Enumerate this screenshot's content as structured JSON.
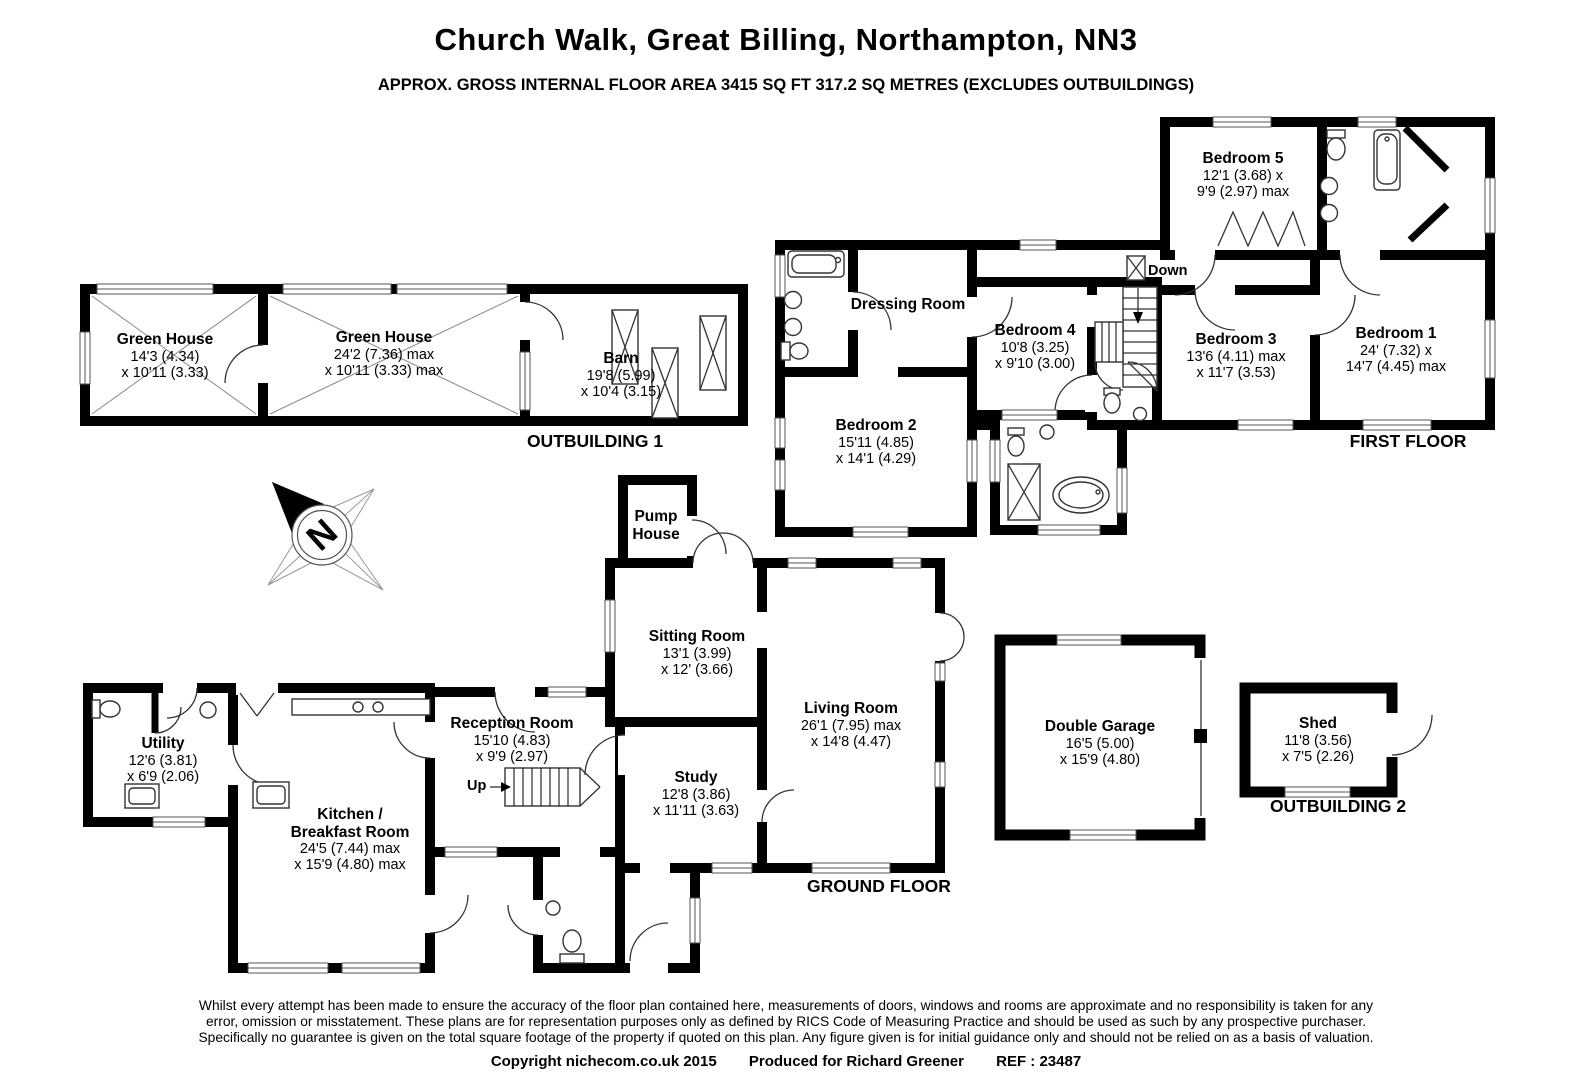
{
  "header": {
    "title": "Church Walk, Great Billing, Northampton, NN3",
    "subtitle": "APPROX. GROSS INTERNAL FLOOR AREA 3415 SQ FT 317.2 SQ METRES (EXCLUDES OUTBUILDINGS)"
  },
  "sections": {
    "outbuilding1": "OUTBUILDING 1",
    "first_floor": "FIRST FLOOR",
    "ground_floor": "GROUND FLOOR",
    "outbuilding2": "OUTBUILDING 2"
  },
  "compass": {
    "north_label": "N"
  },
  "stairs": {
    "up_label": "Up",
    "down_label": "Down"
  },
  "rooms": {
    "gh1": {
      "name": "Green House",
      "dims": [
        "14'3 (4.34)",
        "x 10'11 (3.33)"
      ]
    },
    "gh2": {
      "name": "Green House",
      "dims": [
        "24'2 (7.36) max",
        "x 10'11 (3.33) max"
      ]
    },
    "barn": {
      "name": "Barn",
      "dims": [
        "19'8 (5.99)",
        "x 10'4 (3.15)"
      ]
    },
    "bedroom5": {
      "name": "Bedroom 5",
      "dims": [
        "12'1 (3.68) x",
        "9'9 (2.97) max"
      ]
    },
    "dressing": {
      "name": "Dressing Room",
      "dims": []
    },
    "bedroom4": {
      "name": "Bedroom 4",
      "dims": [
        "10'8 (3.25)",
        "x 9'10 (3.00)"
      ]
    },
    "bedroom3": {
      "name": "Bedroom 3",
      "dims": [
        "13'6 (4.11) max",
        "x 11'7 (3.53)"
      ]
    },
    "bedroom1": {
      "name": "Bedroom 1",
      "dims": [
        "24' (7.32) x",
        "14'7 (4.45) max"
      ]
    },
    "bedroom2": {
      "name": "Bedroom 2",
      "dims": [
        "15'11 (4.85)",
        "x 14'1 (4.29)"
      ]
    },
    "pump": {
      "name": "Pump\nHouse",
      "dims": []
    },
    "sitting": {
      "name": "Sitting Room",
      "dims": [
        "13'1 (3.99)",
        "x 12' (3.66)"
      ]
    },
    "living": {
      "name": "Living Room",
      "dims": [
        "26'1 (7.95) max",
        "x 14'8 (4.47)"
      ]
    },
    "reception": {
      "name": "Reception Room",
      "dims": [
        "15'10 (4.83)",
        "x 9'9 (2.97)"
      ]
    },
    "study": {
      "name": "Study",
      "dims": [
        "12'8 (3.86)",
        "x 11'11 (3.63)"
      ]
    },
    "utility": {
      "name": "Utility",
      "dims": [
        "12'6 (3.81)",
        "x 6'9 (2.06)"
      ]
    },
    "kitchen": {
      "name": "Kitchen /\nBreakfast Room",
      "dims": [
        "24'5 (7.44) max",
        "x 15'9 (4.80) max"
      ]
    },
    "garage": {
      "name": "Double Garage",
      "dims": [
        "16'5 (5.00)",
        "x 15'9 (4.80)"
      ]
    },
    "shed": {
      "name": "Shed",
      "dims": [
        "11'8 (3.56)",
        "x 7'5 (2.26)"
      ]
    }
  },
  "footer": {
    "disclaimer_lines": [
      "Whilst every attempt has been made to ensure the accuracy of the floor plan contained here, measurements of doors, windows and rooms are approximate and no responsibility is taken for any",
      "error, omission or misstatement. These plans are for representation purposes only as defined by RICS Code of Measuring Practice and should be used as such by any prospective purchaser.",
      "Specifically no guarantee is given on the total square footage of the property if quoted on this plan. Any figure given is for initial guidance only and should not be relied on as a basis of valuation."
    ],
    "copyright": "Copyright nichecom.co.uk 2015",
    "produced": "Produced for Richard Greener",
    "ref": "REF :  23487"
  }
}
